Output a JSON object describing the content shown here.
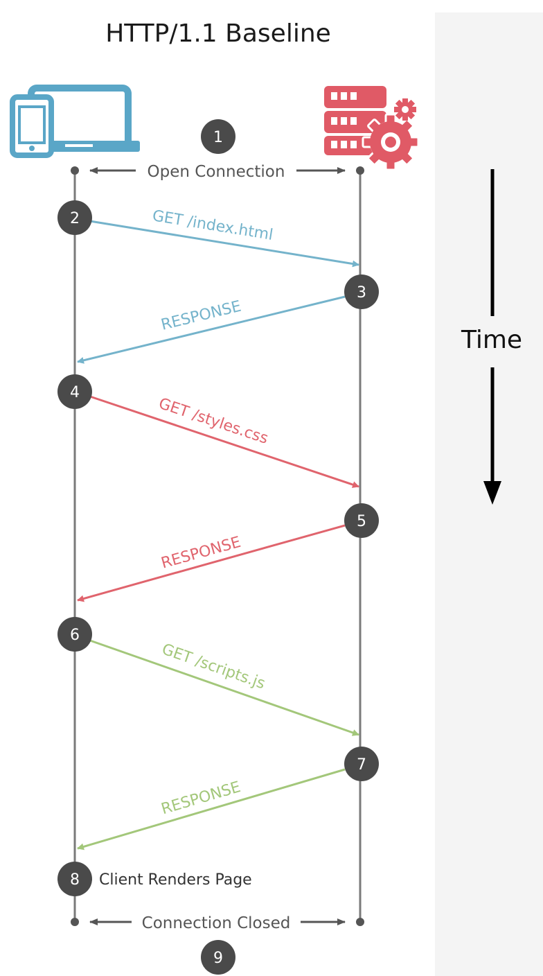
{
  "title": "HTTP/1.1 Baseline",
  "time_label": "Time",
  "colors": {
    "lifeline": "#7a7a7a",
    "step_circle": "#4a4a4a",
    "step_text": "#ffffff",
    "label_gray": "#555555",
    "blue": "#74b3cb",
    "red": "#e0646d",
    "green": "#a3c77a",
    "client_icon": "#5aa6c7",
    "server_icon": "#e05a66",
    "side_panel": "#f4f4f4"
  },
  "connection": {
    "open_label": "Open Connection",
    "closed_label": "Connection Closed"
  },
  "steps": [
    "1",
    "2",
    "3",
    "4",
    "5",
    "6",
    "7",
    "8",
    "9"
  ],
  "messages": [
    {
      "label": "GET /index.html",
      "direction": "client-to-server",
      "color": "blue"
    },
    {
      "label": "RESPONSE",
      "direction": "server-to-client",
      "color": "blue"
    },
    {
      "label": "GET /styles.css",
      "direction": "client-to-server",
      "color": "red"
    },
    {
      "label": "RESPONSE",
      "direction": "server-to-client",
      "color": "red"
    },
    {
      "label": "GET /scripts.js",
      "direction": "client-to-server",
      "color": "green"
    },
    {
      "label": "RESPONSE",
      "direction": "server-to-client",
      "color": "green"
    }
  ],
  "render_label": "Client Renders Page",
  "icons": {
    "client": "devices-icon",
    "server": "server-gear-icon"
  }
}
